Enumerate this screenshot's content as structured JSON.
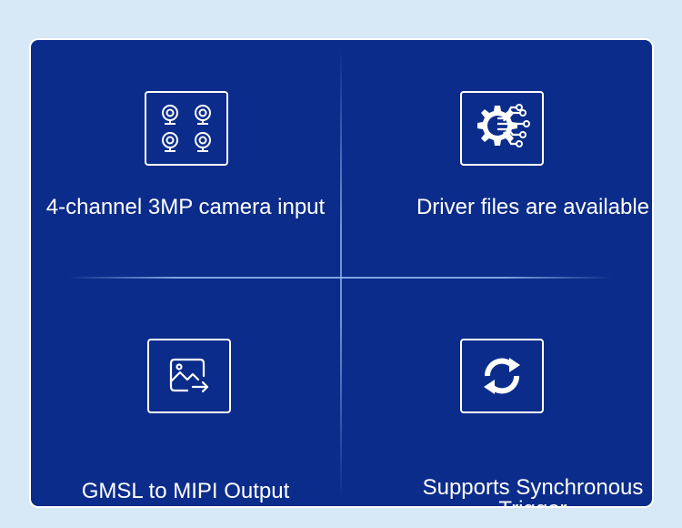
{
  "features": [
    {
      "label": "4-channel 3MP camera input",
      "icon": "quad-camera-icon"
    },
    {
      "label": "Driver files are available",
      "icon": "gear-circuit-icon"
    },
    {
      "label": "GMSL to MIPI Output",
      "icon": "image-export-icon"
    },
    {
      "label": "Supports Synchronous Trigger",
      "label_line1": "Supports Synchronous",
      "label_line2": "Trigger",
      "icon": "sync-arrows-icon"
    }
  ],
  "colors": {
    "background": "#d7e8f6",
    "panel": "#0b2c8a",
    "foreground": "#ffffff"
  }
}
